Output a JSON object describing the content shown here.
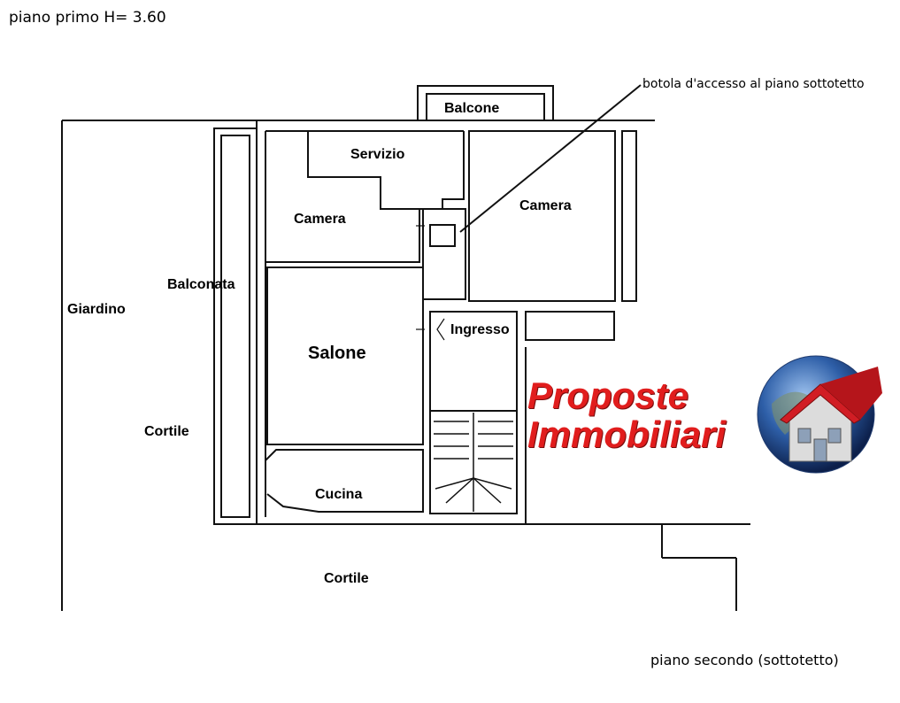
{
  "header": {
    "floor_title": "piano primo H= 3.60"
  },
  "annotations": {
    "hatch_note": "botola d'accesso al piano sottotetto",
    "footer_note": "piano secondo (sottotetto)"
  },
  "rooms": {
    "balcone": "Balcone",
    "servizio": "Servizio",
    "camera_left": "Camera",
    "camera_right": "Camera",
    "balconata": "Balconata",
    "salone": "Salone",
    "ingresso": "Ingresso",
    "cucina": "Cucina"
  },
  "outside": {
    "giardino": "Giardino",
    "cortile_left": "Cortile",
    "cortile_bottom": "Cortile"
  },
  "brand": {
    "line1": "Proposte",
    "line2": "Immobiliari",
    "color": "#e11d1d"
  }
}
